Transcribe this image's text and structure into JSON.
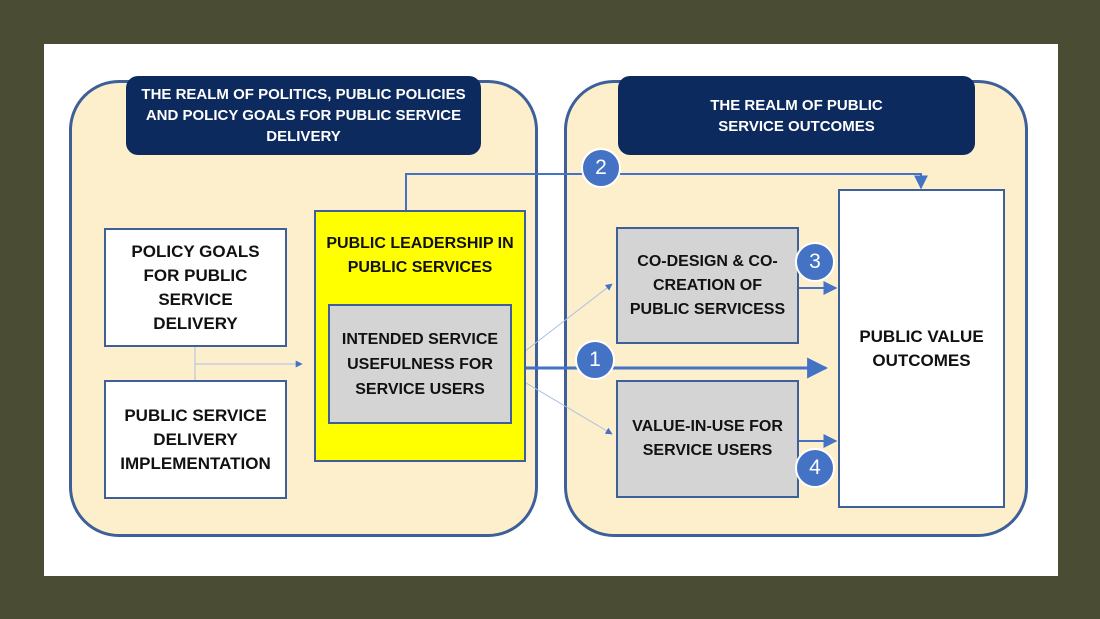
{
  "left_realm": {
    "title": "THE REALM OF POLITICS, PUBLIC POLICIES AND POLICY GOALS FOR PUBLIC SERVICE DELIVERY"
  },
  "right_realm": {
    "title": "THE REALM OF PUBLIC SERVICE OUTCOMES"
  },
  "boxes": {
    "policy_goals": "POLICY GOALS FOR PUBLIC SERVICE DELIVERY",
    "implementation": "PUBLIC SERVICE DELIVERY IMPLEMENTATION",
    "leadership": "PUBLIC LEADERSHIP IN PUBLIC SERVICES",
    "intended_usefulness": "INTENDED SERVICE USEFULNESS FOR SERVICE USERS",
    "co_design": "CO-DESIGN & CO-CREATION OF PUBLIC SERVICESS",
    "value_in_use": "VALUE-IN-USE FOR SERVICE USERS",
    "public_value": "PUBLIC VALUE OUTCOMES"
  },
  "badges": {
    "one": "1",
    "two": "2",
    "three": "3",
    "four": "4"
  },
  "colors": {
    "frame": "#4a4d34",
    "realm_fill": "#fdefcb",
    "realm_border": "#3d5f9a",
    "header_fill": "#0d2a5e",
    "leadership_fill": "#ffff00",
    "gray_box": "#d4d4d4",
    "badge": "#4472c4"
  }
}
